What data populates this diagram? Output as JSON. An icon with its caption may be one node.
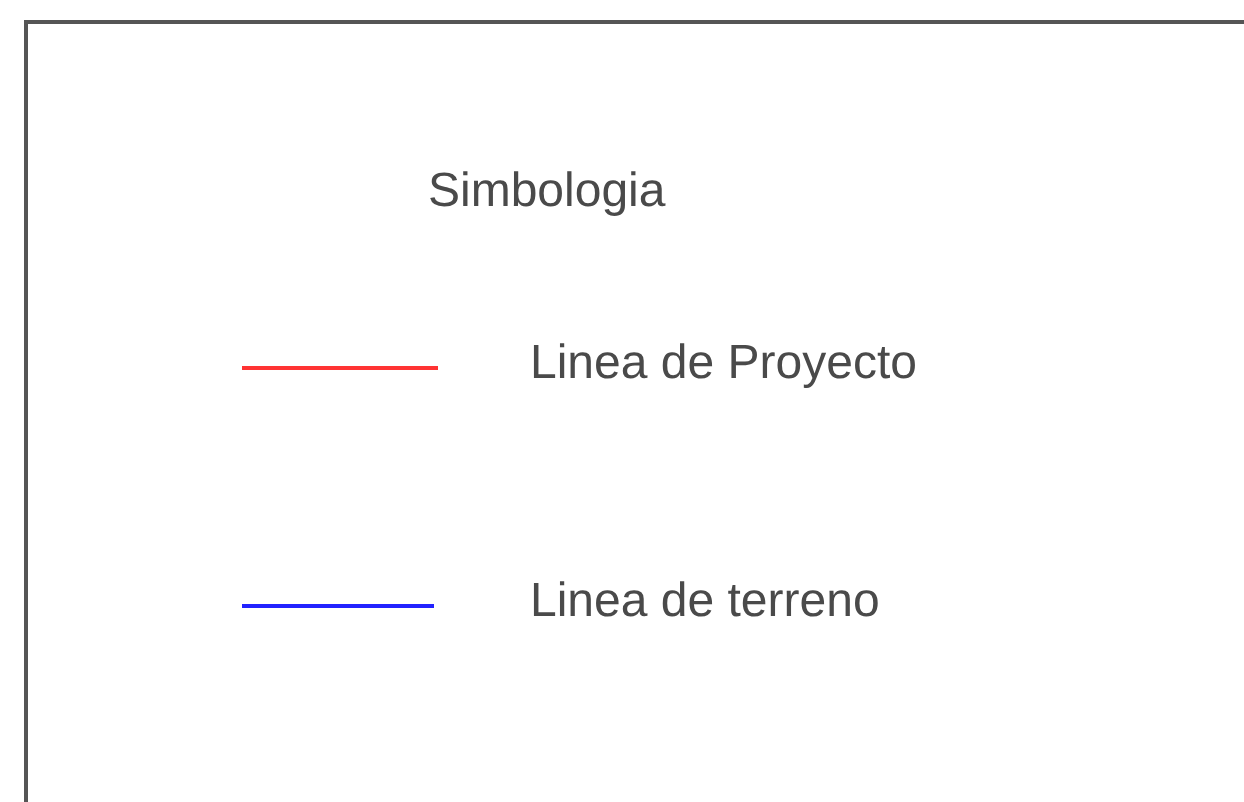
{
  "diagram": {
    "title": "Simbologia",
    "legend": [
      {
        "text": "Linea de Proyecto"
      },
      {
        "text": "Linea de terreno"
      }
    ]
  }
}
